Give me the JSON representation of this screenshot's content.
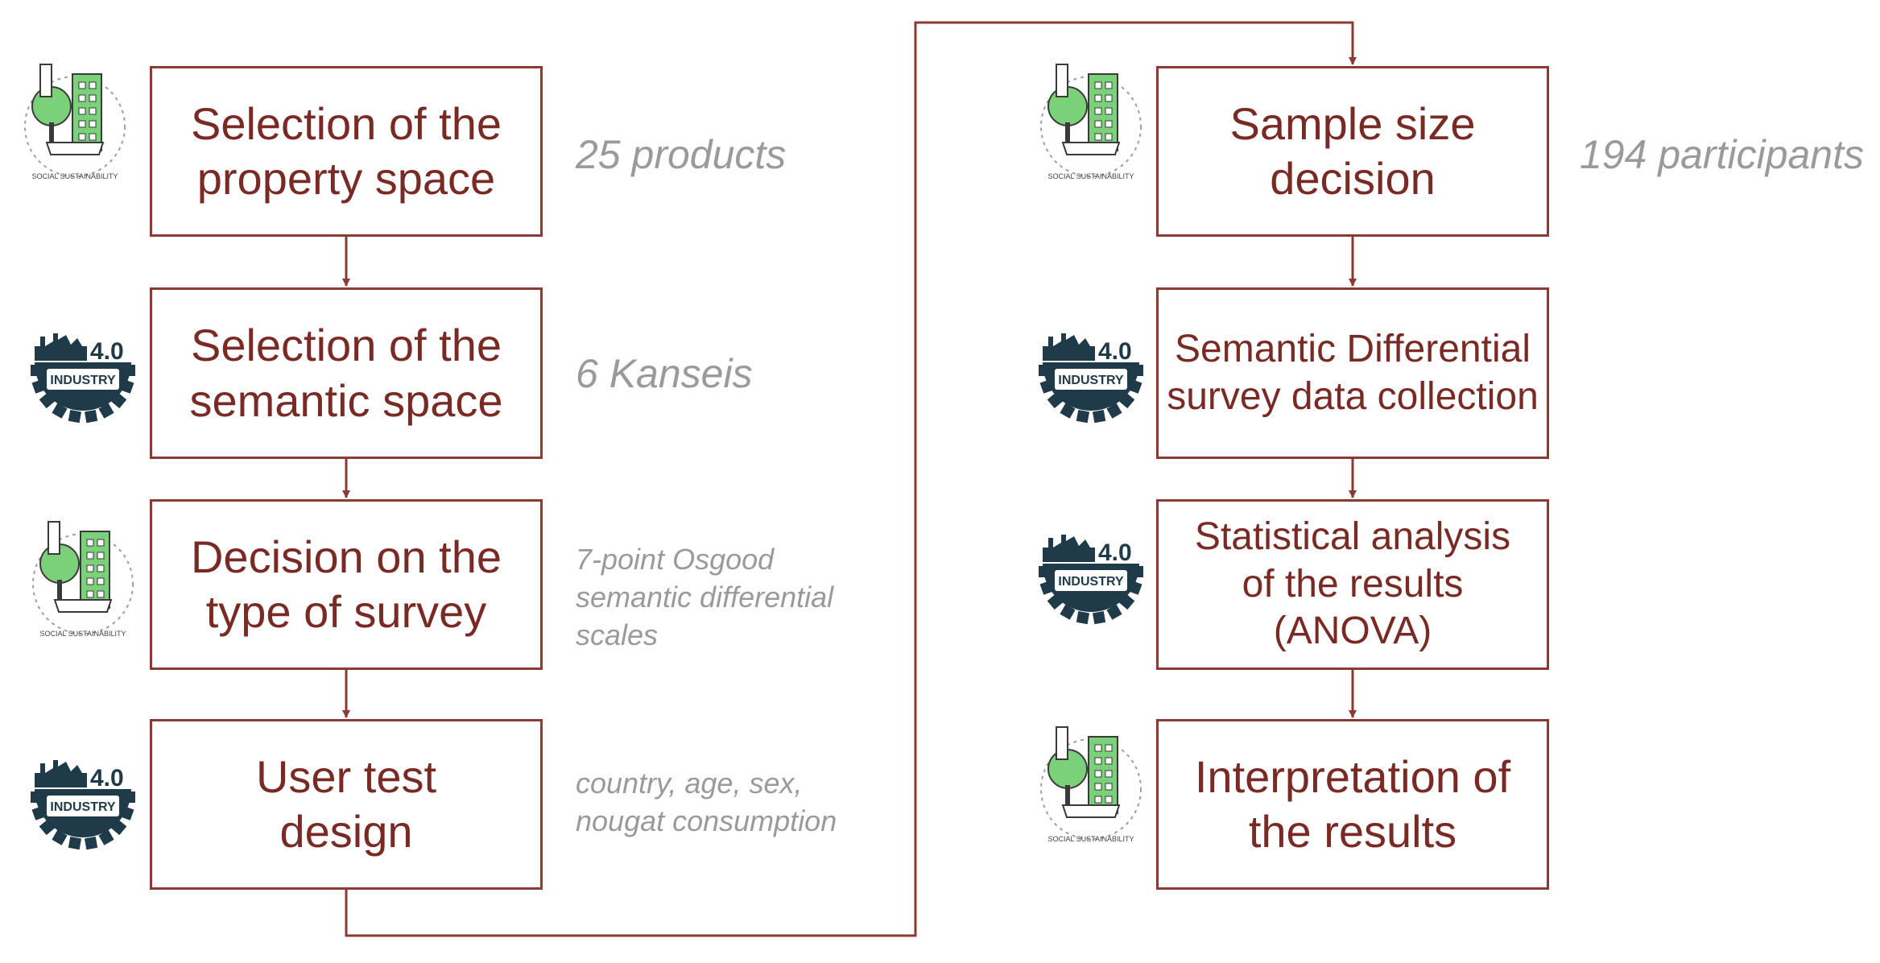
{
  "colors": {
    "box_border": "#8a3a33",
    "box_text": "#7a2a24",
    "arrow": "#8a3a33",
    "note_text": "#9a9a9a",
    "industry_dark": "#1f3a48",
    "sustain_green": "#7bd07a"
  },
  "steps": [
    {
      "line1": "Selection of the",
      "line2": "property space",
      "note": "25 products",
      "icon": "social-sustainability-icon",
      "icon_label": "SOCIAL SUSTAINABILITY"
    },
    {
      "line1": "Selection of the",
      "line2": "semantic space",
      "note": "6 Kanseis",
      "icon": "industry-4-0-icon",
      "icon_label": "INDUSTRY",
      "icon_badge": "4.0"
    },
    {
      "line1": "Decision on the",
      "line2": "type of survey",
      "note_lines": [
        "7-point Osgood",
        "semantic differential",
        "scales"
      ],
      "icon": "social-sustainability-icon",
      "icon_label": "SOCIAL SUSTAINABILITY"
    },
    {
      "line1": "User test",
      "line2": "design",
      "note_lines": [
        "country, age, sex,",
        "nougat consumption"
      ],
      "icon": "industry-4-0-icon",
      "icon_label": "INDUSTRY",
      "icon_badge": "4.0"
    },
    {
      "line1": "Sample size",
      "line2": "decision",
      "note": "194 participants",
      "icon": "social-sustainability-icon",
      "icon_label": "SOCIAL SUSTAINABILITY"
    },
    {
      "line1": "Semantic Differential",
      "line2": "survey data collection",
      "icon": "industry-4-0-icon",
      "icon_label": "INDUSTRY",
      "icon_badge": "4.0"
    },
    {
      "line1": "Statistical analysis",
      "line2": "of the results (ANOVA)",
      "icon": "industry-4-0-icon",
      "icon_label": "INDUSTRY",
      "icon_badge": "4.0"
    },
    {
      "line1": "Interpretation of",
      "line2": "the results",
      "icon": "social-sustainability-icon",
      "icon_label": "SOCIAL SUSTAINABILITY"
    }
  ]
}
